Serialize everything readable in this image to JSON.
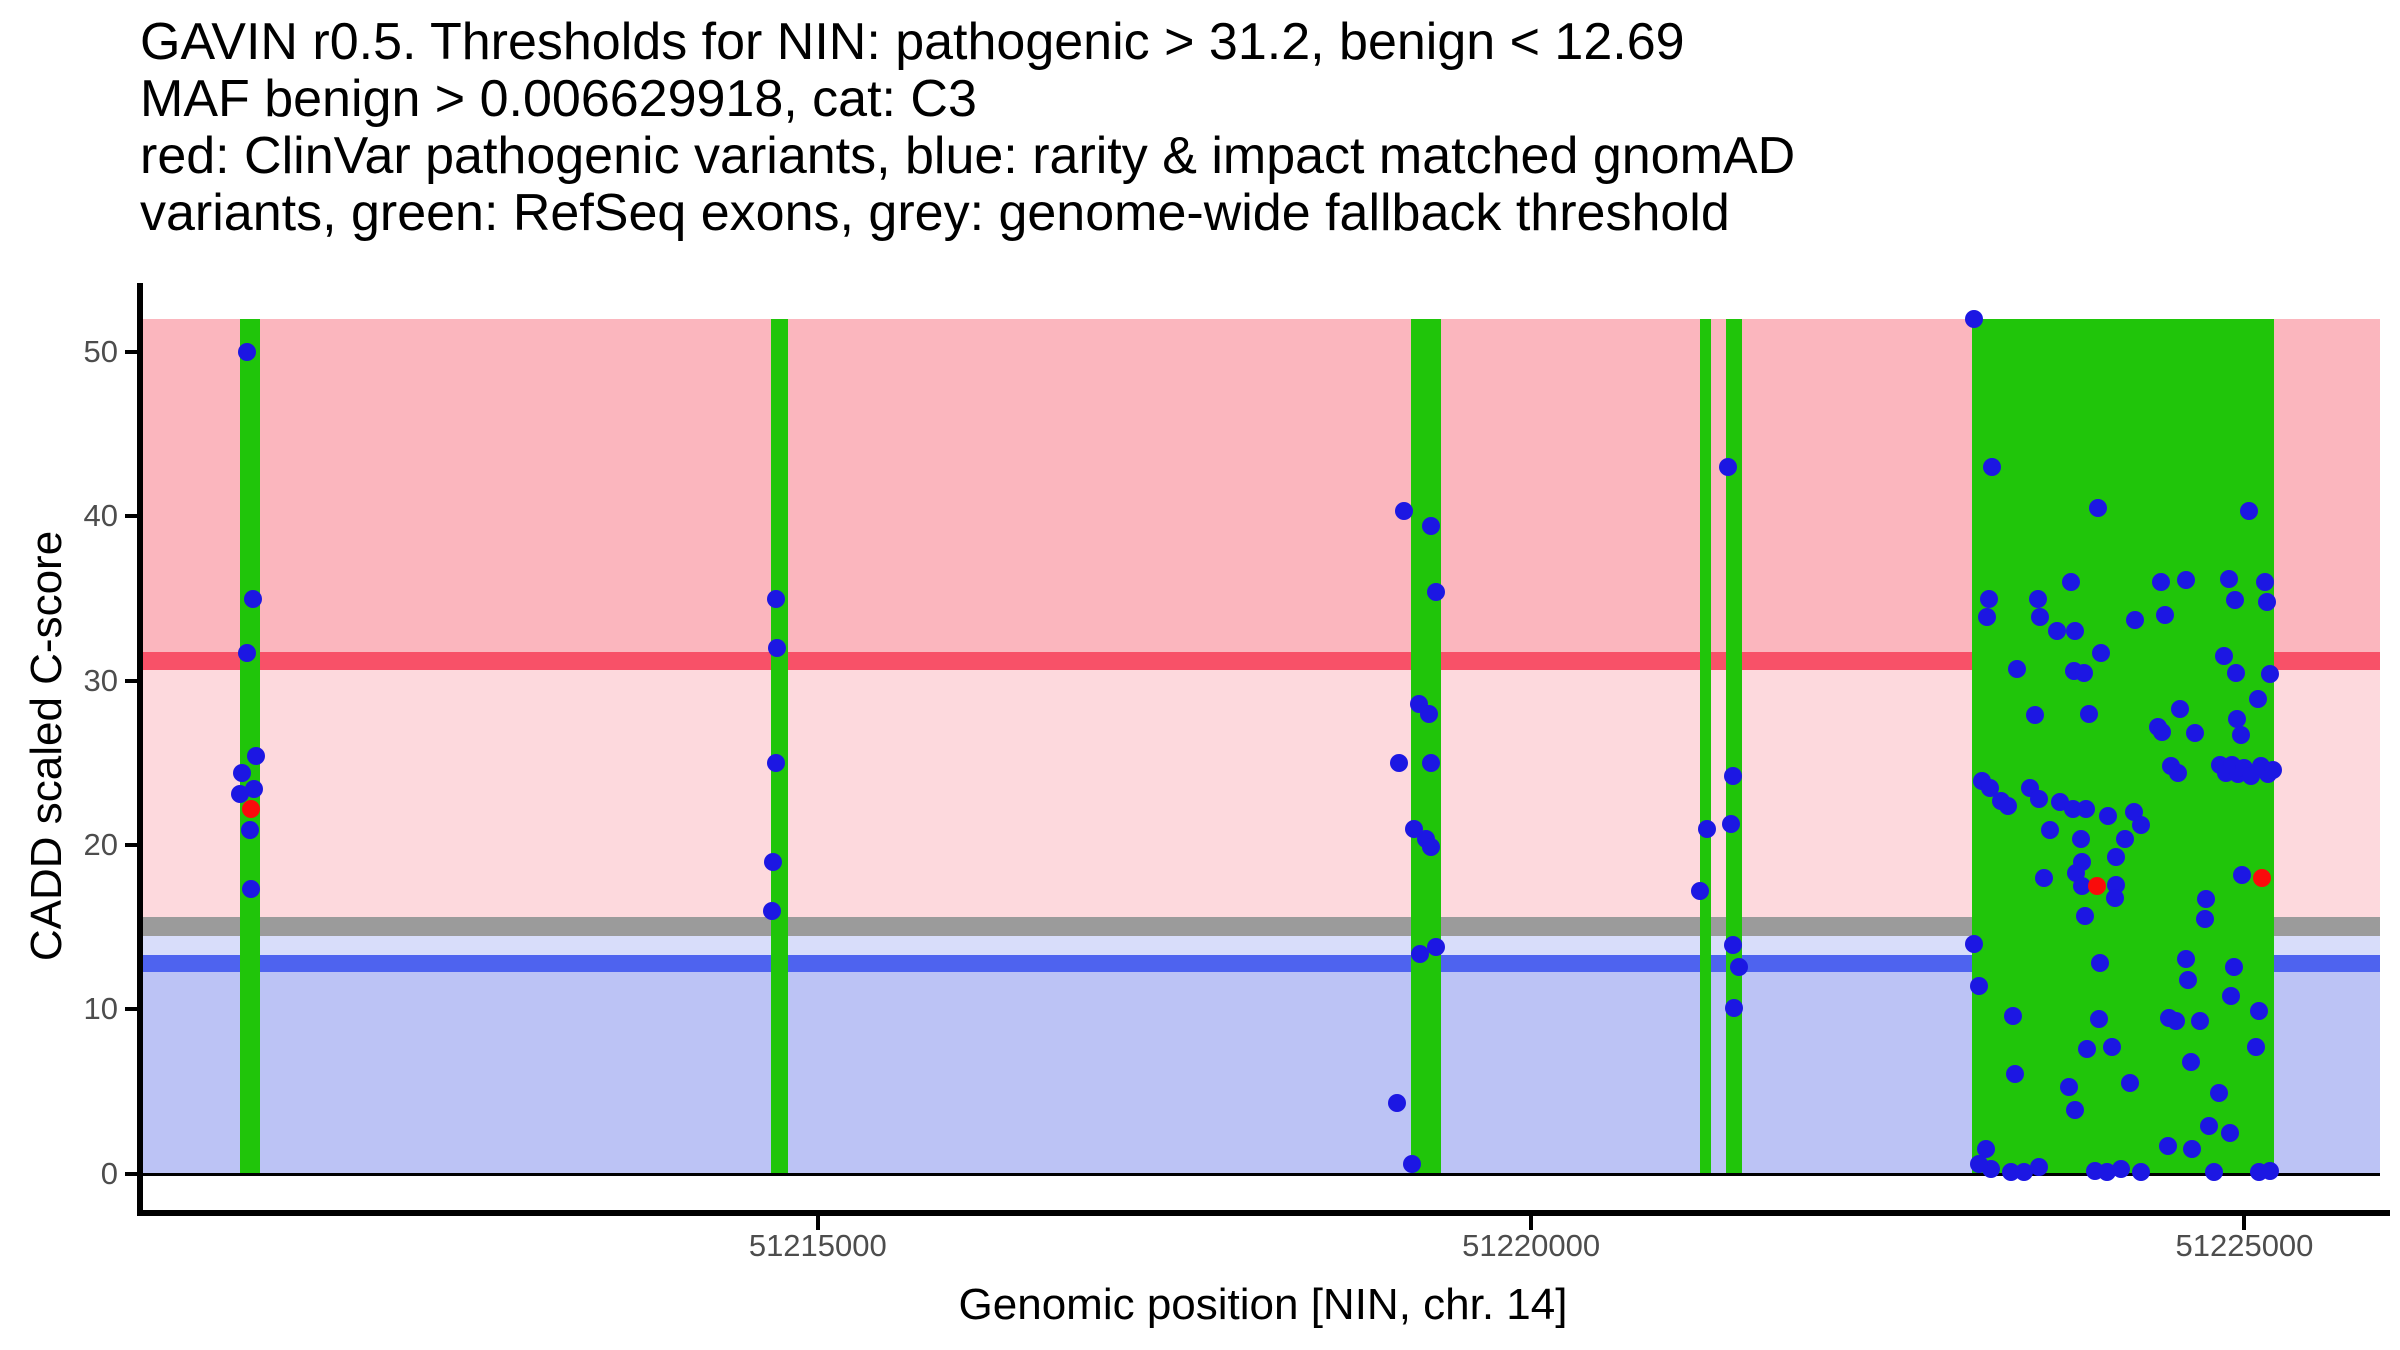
{
  "chart_data": {
    "type": "scatter",
    "title_lines": [
      "GAVIN r0.5. Thresholds for NIN: pathogenic > 31.2, benign < 12.69",
      "MAF benign > 0.006629918, cat: C3",
      "red: ClinVar pathogenic variants, blue: rarity & impact matched gnomAD",
      "variants, green: RefSeq exons, grey: genome-wide fallback threshold"
    ],
    "xlabel": "Genomic position [NIN, chr. 14]",
    "ylabel": "CADD scaled C-score",
    "gene": "NIN",
    "chromosome": "14",
    "thresholds": {
      "pathogenic_gt": 31.2,
      "benign_lt": 12.69,
      "maf_benign_gt": 0.006629918,
      "category": "C3",
      "genome_wide_fallback": 15
    },
    "x_domain": [
      51210270,
      51225950
    ],
    "y_domain": [
      -2.2,
      54.2
    ],
    "x_ticks": [
      {
        "pos": 51215000,
        "label": "51215000"
      },
      {
        "pos": 51220000,
        "label": "51220000"
      },
      {
        "pos": 51225000,
        "label": "51225000"
      }
    ],
    "y_ticks": [
      {
        "v": 0,
        "label": "0"
      },
      {
        "v": 10,
        "label": "10"
      },
      {
        "v": 20,
        "label": "20"
      },
      {
        "v": 30,
        "label": "30"
      },
      {
        "v": 40,
        "label": "40"
      },
      {
        "v": 50,
        "label": "50"
      }
    ],
    "band_value_range": [
      0,
      52
    ],
    "bands": [
      {
        "name": "pathogenic-region",
        "from": 31.75,
        "to": 52.0,
        "color": "#FBB6BE"
      },
      {
        "name": "pathogenic-threshold-line",
        "from": 30.65,
        "to": 31.75,
        "color": "#F85168"
      },
      {
        "name": "intermediate-region",
        "from": 15.6,
        "to": 30.65,
        "color": "#FDD9DD"
      },
      {
        "name": "genome-wide-fallback-line",
        "from": 14.5,
        "to": 15.6,
        "color": "#9B9B9B"
      },
      {
        "name": "light-benign-strip",
        "from": 13.3,
        "to": 14.5,
        "color": "#D8DDFA"
      },
      {
        "name": "benign-threshold-line",
        "from": 12.25,
        "to": 13.3,
        "color": "#4E63EF"
      },
      {
        "name": "benign-region",
        "from": 0.0,
        "to": 12.25,
        "color": "#BCC3F5"
      }
    ],
    "exons": [
      {
        "start": 51210950,
        "end": 51211090
      },
      {
        "start": 51214670,
        "end": 51214790
      },
      {
        "start": 51219160,
        "end": 51219370
      },
      {
        "start": 51221185,
        "end": 51221260
      },
      {
        "start": 51221365,
        "end": 51221480
      },
      {
        "start": 51223090,
        "end": 51225205
      }
    ],
    "colors": {
      "exon_green": "#20C50A",
      "gnomad_blue": "#1C17E3",
      "clinvar_red": "#FA0B0B",
      "axis": "#000000",
      "tick_label": "#4D4D4D",
      "zero_line": "#000000"
    },
    "points": [
      [
        51211001,
        50.0,
        "g"
      ],
      [
        51211043,
        35.0,
        "g"
      ],
      [
        51211001,
        31.7,
        "g"
      ],
      [
        51211064,
        25.4,
        "g"
      ],
      [
        51210966,
        24.4,
        "g"
      ],
      [
        51211050,
        23.4,
        "g"
      ],
      [
        51210952,
        23.1,
        "g"
      ],
      [
        51211029,
        22.2,
        "c"
      ],
      [
        51211022,
        20.9,
        "g"
      ],
      [
        51211029,
        17.3,
        "g"
      ],
      [
        51214709,
        35.0,
        "g"
      ],
      [
        51214716,
        32.0,
        "g"
      ],
      [
        51214709,
        25.0,
        "g"
      ],
      [
        51214688,
        19.0,
        "g"
      ],
      [
        51214681,
        16.0,
        "g"
      ],
      [
        51219110,
        40.3,
        "g"
      ],
      [
        51219299,
        39.4,
        "g"
      ],
      [
        51219334,
        35.4,
        "g"
      ],
      [
        51219215,
        28.6,
        "g"
      ],
      [
        51219285,
        28.0,
        "g"
      ],
      [
        51219075,
        25.0,
        "g"
      ],
      [
        51219299,
        25.0,
        "g"
      ],
      [
        51219180,
        21.0,
        "g"
      ],
      [
        51219264,
        20.4,
        "g"
      ],
      [
        51219299,
        19.9,
        "g"
      ],
      [
        51219222,
        13.4,
        "g"
      ],
      [
        51219334,
        13.8,
        "g"
      ],
      [
        51219061,
        4.3,
        "g"
      ],
      [
        51219166,
        0.6,
        "g"
      ],
      [
        51221380,
        43.0,
        "g"
      ],
      [
        51221415,
        24.2,
        "g"
      ],
      [
        51221401,
        21.3,
        "g"
      ],
      [
        51221233,
        21.0,
        "g"
      ],
      [
        51221184,
        17.2,
        "g"
      ],
      [
        51221415,
        13.9,
        "g"
      ],
      [
        51221457,
        12.6,
        "g"
      ],
      [
        51221422,
        10.1,
        "g"
      ],
      [
        51223105,
        52.0,
        "g"
      ],
      [
        51223231,
        43.0,
        "g"
      ],
      [
        51223974,
        40.5,
        "g"
      ],
      [
        51225032,
        40.3,
        "g"
      ],
      [
        51223784,
        36.0,
        "g"
      ],
      [
        51224415,
        36.0,
        "g"
      ],
      [
        51224590,
        36.1,
        "g"
      ],
      [
        51224892,
        36.2,
        "g"
      ],
      [
        51225144,
        36.0,
        "g"
      ],
      [
        51223210,
        35.0,
        "g"
      ],
      [
        51223553,
        35.0,
        "g"
      ],
      [
        51224934,
        34.9,
        "g"
      ],
      [
        51223196,
        33.9,
        "g"
      ],
      [
        51223567,
        33.9,
        "g"
      ],
      [
        51224443,
        34.0,
        "g"
      ],
      [
        51225158,
        34.8,
        "g"
      ],
      [
        51224233,
        33.7,
        "g"
      ],
      [
        51223686,
        33.0,
        "g"
      ],
      [
        51223812,
        33.0,
        "g"
      ],
      [
        51223995,
        31.7,
        "g"
      ],
      [
        51224857,
        31.5,
        "g"
      ],
      [
        51223406,
        30.7,
        "g"
      ],
      [
        51223805,
        30.6,
        "g"
      ],
      [
        51223875,
        30.5,
        "g"
      ],
      [
        51224941,
        30.5,
        "g"
      ],
      [
        51225179,
        30.4,
        "g"
      ],
      [
        51225095,
        28.9,
        "g"
      ],
      [
        51223532,
        27.9,
        "g"
      ],
      [
        51223910,
        28.0,
        "g"
      ],
      [
        51224548,
        28.3,
        "g"
      ],
      [
        51224948,
        27.7,
        "g"
      ],
      [
        51224394,
        27.2,
        "g"
      ],
      [
        51224422,
        26.9,
        "g"
      ],
      [
        51224653,
        26.8,
        "g"
      ],
      [
        51224976,
        26.7,
        "g"
      ],
      [
        51224485,
        24.8,
        "g"
      ],
      [
        51224534,
        24.4,
        "g"
      ],
      [
        51224829,
        24.9,
        "g"
      ],
      [
        51224871,
        24.4,
        "g"
      ],
      [
        51224913,
        24.9,
        "g"
      ],
      [
        51224955,
        24.3,
        "g"
      ],
      [
        51224997,
        24.7,
        "g"
      ],
      [
        51225046,
        24.2,
        "g"
      ],
      [
        51225116,
        24.8,
        "g"
      ],
      [
        51225165,
        24.3,
        "g"
      ],
      [
        51225200,
        24.6,
        "g"
      ],
      [
        51223161,
        23.9,
        "g"
      ],
      [
        51223217,
        23.5,
        "g"
      ],
      [
        51223294,
        22.7,
        "g"
      ],
      [
        51223343,
        22.4,
        "g"
      ],
      [
        51223497,
        23.5,
        "g"
      ],
      [
        51223560,
        22.8,
        "g"
      ],
      [
        51223707,
        22.6,
        "g"
      ],
      [
        51223798,
        22.2,
        "g"
      ],
      [
        51223889,
        22.2,
        "g"
      ],
      [
        51224044,
        21.8,
        "g"
      ],
      [
        51224226,
        22.0,
        "g"
      ],
      [
        51224275,
        21.2,
        "g"
      ],
      [
        51223637,
        20.9,
        "g"
      ],
      [
        51223854,
        20.4,
        "g"
      ],
      [
        51224163,
        20.4,
        "g"
      ],
      [
        51223861,
        19.0,
        "g"
      ],
      [
        51224100,
        19.3,
        "g"
      ],
      [
        51223595,
        18.0,
        "g"
      ],
      [
        51223819,
        18.3,
        "g"
      ],
      [
        51223861,
        17.5,
        "g"
      ],
      [
        51224100,
        17.6,
        "g"
      ],
      [
        51223966,
        17.5,
        "c"
      ],
      [
        51224983,
        18.2,
        "g"
      ],
      [
        51225123,
        18.0,
        "c"
      ],
      [
        51224093,
        16.8,
        "g"
      ],
      [
        51224730,
        16.7,
        "g"
      ],
      [
        51223882,
        15.7,
        "g"
      ],
      [
        51224723,
        15.5,
        "g"
      ],
      [
        51223105,
        14.0,
        "g"
      ],
      [
        51223988,
        12.8,
        "g"
      ],
      [
        51224590,
        13.1,
        "g"
      ],
      [
        51224604,
        11.8,
        "g"
      ],
      [
        51224927,
        12.6,
        "g"
      ],
      [
        51223140,
        11.4,
        "g"
      ],
      [
        51224906,
        10.8,
        "g"
      ],
      [
        51223378,
        9.6,
        "g"
      ],
      [
        51223981,
        9.4,
        "g"
      ],
      [
        51224471,
        9.5,
        "g"
      ],
      [
        51224520,
        9.3,
        "g"
      ],
      [
        51224688,
        9.3,
        "g"
      ],
      [
        51225102,
        9.9,
        "g"
      ],
      [
        51223896,
        7.6,
        "g"
      ],
      [
        51224072,
        7.7,
        "g"
      ],
      [
        51225081,
        7.7,
        "g"
      ],
      [
        51223392,
        6.1,
        "g"
      ],
      [
        51224625,
        6.8,
        "g"
      ],
      [
        51224822,
        4.9,
        "g"
      ],
      [
        51223770,
        5.3,
        "g"
      ],
      [
        51224198,
        5.5,
        "g"
      ],
      [
        51223812,
        3.9,
        "g"
      ],
      [
        51224751,
        2.9,
        "g"
      ],
      [
        51224899,
        2.5,
        "g"
      ],
      [
        51223189,
        1.5,
        "g"
      ],
      [
        51224464,
        1.7,
        "g"
      ],
      [
        51224632,
        1.5,
        "g"
      ],
      [
        51223224,
        0.3,
        "g"
      ],
      [
        51223364,
        0.1,
        "g"
      ],
      [
        51223455,
        0.1,
        "g"
      ],
      [
        51223560,
        0.4,
        "g"
      ],
      [
        51223952,
        0.2,
        "g"
      ],
      [
        51224037,
        0.1,
        "g"
      ],
      [
        51224135,
        0.3,
        "g"
      ],
      [
        51224275,
        0.1,
        "g"
      ],
      [
        51224786,
        0.1,
        "g"
      ],
      [
        51225102,
        0.1,
        "g"
      ],
      [
        51225179,
        0.2,
        "g"
      ],
      [
        51223140,
        0.6,
        "g"
      ]
    ]
  }
}
